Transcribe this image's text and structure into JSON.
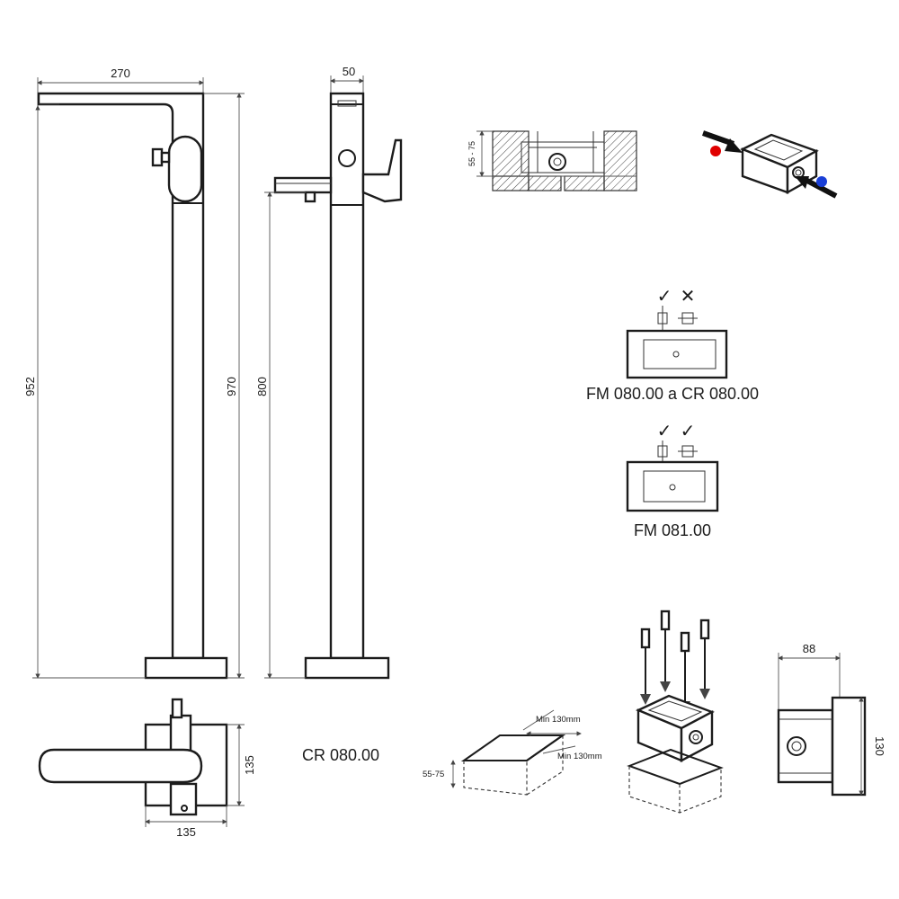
{
  "front_view": {
    "width": "270",
    "height_total": "952",
    "height_inner": "970"
  },
  "side_view": {
    "depth": "50",
    "spout_height": "800"
  },
  "plan_view": {
    "depth": "135",
    "width": "135",
    "model": "CR 080.00"
  },
  "box_section": {
    "depth_range": "55 - 75"
  },
  "basin_options": [
    {
      "marks": [
        "✓",
        "✕"
      ],
      "label": "FM 080.00 a CR 080.00"
    },
    {
      "marks": [
        "✓",
        "✓"
      ],
      "label": "FM 081.00"
    }
  ],
  "niche": {
    "min_a": "Min 130mm",
    "min_b": "Min 130mm",
    "depth": "55-75"
  },
  "box_detail": {
    "width": "88",
    "height": "130"
  },
  "colors": {
    "hot": "#e00000",
    "cold": "#1a3fd6",
    "line": "#1c1c1c"
  }
}
